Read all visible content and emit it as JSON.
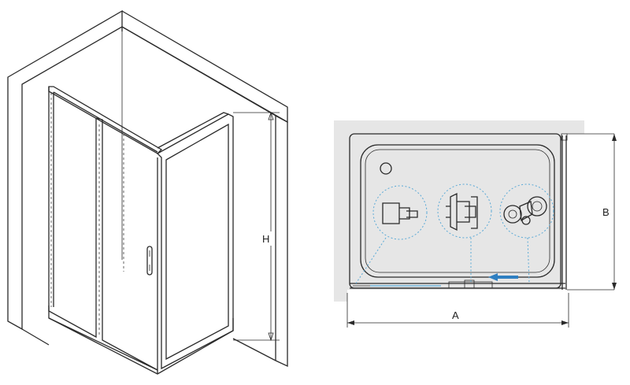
{
  "dimensions": {
    "height_label": "H",
    "depth_label": "B",
    "width_label": "A"
  },
  "details": [
    {
      "name": "wall-profile-detail",
      "icon": "wall-bracket-icon"
    },
    {
      "name": "glass-clamp-detail",
      "icon": "clamp-icon"
    },
    {
      "name": "roller-detail",
      "icon": "roller-wheel-icon"
    }
  ],
  "colors": {
    "accent": "#2f7fc1",
    "wall_fill": "#e6e6e6",
    "outline": "#2a2a2a"
  }
}
